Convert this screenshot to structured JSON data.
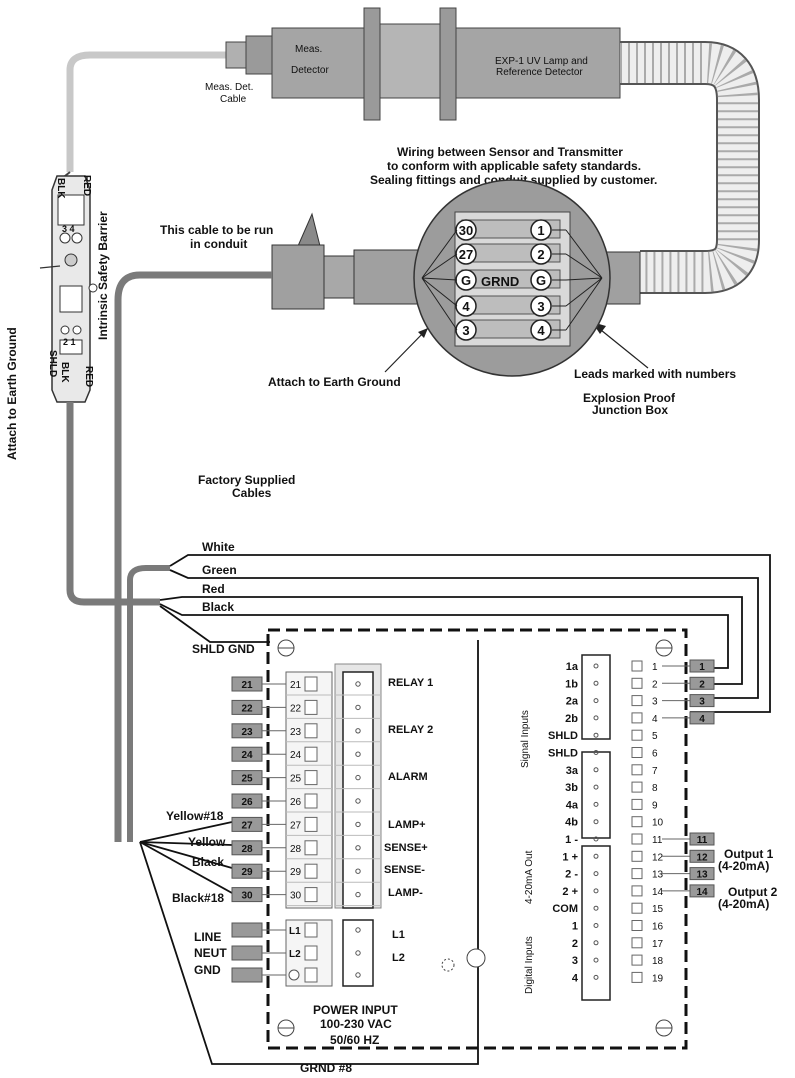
{
  "sensor": {
    "meas_detector": [
      "Meas.",
      "Detector"
    ],
    "lamp_label": [
      "EXP-1 UV Lamp and",
      "Reference Detector"
    ],
    "meas_cable": [
      "Meas. Det.",
      "Cable"
    ]
  },
  "notes": {
    "wiring": [
      "Wiring between Sensor and Transmitter",
      "to conform with applicable safety standards.",
      "Sealing fittings and conduit supplied by customer."
    ],
    "conduit": [
      "This cable to be run",
      "in conduit"
    ],
    "attach_earth": "Attach to Earth Ground",
    "leads": "Leads marked with numbers",
    "junction": [
      "Explosion Proof",
      "Junction Box"
    ],
    "factory": [
      "Factory Supplied",
      "Cables"
    ],
    "attach_earth_vertical": "Attach to Earth Ground",
    "barrier": "Intrinsic Safety Barrier"
  },
  "barrier": {
    "red_top": "RED",
    "blk_top": "BLK",
    "nums_top": "3 4",
    "nums_bottom": "2 1",
    "shld": "SHLD",
    "blk_bottom": "BLK",
    "red_bottom": "RED"
  },
  "junction_box": {
    "left": [
      "30",
      "27",
      "G",
      "4",
      "3"
    ],
    "right": [
      "1",
      "2",
      "G",
      "3",
      "4"
    ],
    "center": "GRND"
  },
  "cables": {
    "white": "White",
    "green": "Green",
    "red": "Red",
    "black": "Black",
    "shld_gnd": "SHLD GND",
    "grnd8": "GRND #8"
  },
  "left_wires": [
    "Yellow#18",
    "Yellow",
    "Black",
    "Black#18"
  ],
  "power_wires": [
    "LINE",
    "NEUT",
    "GND"
  ],
  "left_terminals": [
    "21",
    "22",
    "23",
    "24",
    "25",
    "26",
    "27",
    "28",
    "29",
    "30"
  ],
  "power_terminals": [
    "L1",
    "L2"
  ],
  "relay_labels": {
    "relay1": "RELAY 1",
    "relay2": "RELAY 2",
    "alarm": "ALARM",
    "lamp_plus": "LAMP+",
    "sense_plus": "SENSE+",
    "sense_minus": "SENSE-",
    "lamp_minus": "LAMP-",
    "l1": "L1",
    "l2": "L2"
  },
  "power_input": [
    "POWER INPUT",
    "100-230 VAC",
    "50/60 HZ"
  ],
  "right_labels": [
    "1a",
    "1b",
    "2a",
    "2b",
    "SHLD",
    "SHLD",
    "3a",
    "3b",
    "4a",
    "4b",
    "1 -",
    "1 +",
    "2 -",
    "2 +",
    "COM",
    "1",
    "2",
    "3",
    "4"
  ],
  "right_numbers": [
    "1",
    "2",
    "3",
    "4",
    "5",
    "6",
    "7",
    "8",
    "9",
    "10",
    "11",
    "12",
    "13",
    "14",
    "15",
    "16",
    "17",
    "18",
    "19"
  ],
  "right_tags": [
    "1",
    "2",
    "3",
    "4",
    "11",
    "12",
    "13",
    "14"
  ],
  "groups": {
    "signal_inputs": "Signal Inputs",
    "ma_out": "4-20mA Out",
    "digital_inputs": "Digital Inputs"
  },
  "outputs": {
    "o1_title": "Output 1",
    "o1_sub": "(4-20mA)",
    "o2_title": "Output 2",
    "o2_sub": "(4-20mA)"
  }
}
